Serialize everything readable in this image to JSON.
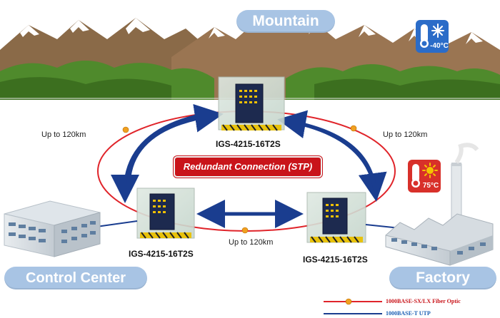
{
  "locations": {
    "mountain": "Mountain",
    "control_center": "Control Center",
    "factory": "Factory"
  },
  "distances": {
    "left": "Up to 120km",
    "right": "Up to 120km",
    "bottom": "Up to 120km"
  },
  "switches": {
    "top": "IGS-4215-16T2S",
    "left": "IGS-4215-16T2S",
    "right": "IGS-4215-16T2S"
  },
  "redundancy_label": "Redundant Connection (STP)",
  "temperatures": {
    "cold": "-40°C",
    "hot": "75°C",
    "cold_icon": "snowflake-icon",
    "hot_icon": "sun-icon"
  },
  "legend": {
    "fiber": "1000BASE-SX/LX Fiber Optic",
    "utp": "1000BASE-T UTP"
  },
  "colors": {
    "fiber": "#e0242a",
    "utp": "#1a3d8f",
    "label_pill": "#a8c4e4",
    "redundant_box": "#c9141a",
    "cold": "#2b6cc8",
    "hot": "#d8302a"
  }
}
